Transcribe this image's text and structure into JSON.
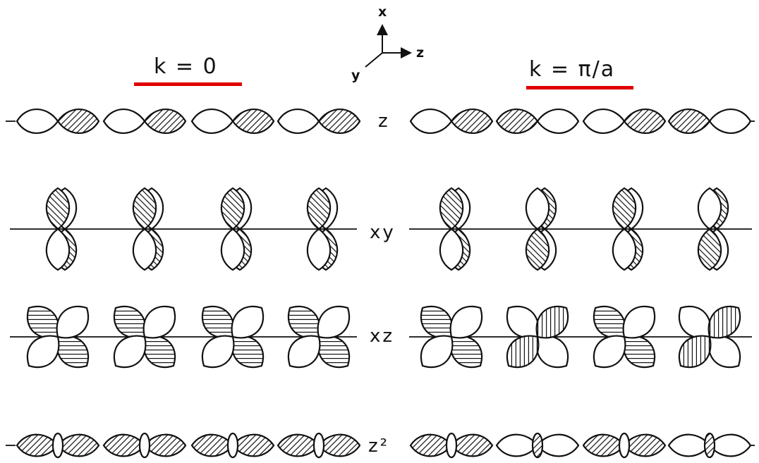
{
  "headers": {
    "left": "k = 0",
    "right": "k = π/a"
  },
  "axes": {
    "x": "x",
    "y": "y",
    "z": "z"
  },
  "rows": [
    {
      "label": "z",
      "orbital": "pz",
      "left_phases": [
        0,
        0,
        0,
        0
      ],
      "right_phases": [
        0,
        1,
        0,
        1
      ]
    },
    {
      "label": "xy",
      "orbital": "dxy",
      "left_phases": [
        0,
        0,
        0,
        0
      ],
      "right_phases": [
        0,
        1,
        0,
        1
      ]
    },
    {
      "label": "xz",
      "orbital": "dxz",
      "left_phases": [
        0,
        0,
        0,
        0
      ],
      "right_phases": [
        0,
        1,
        0,
        1
      ]
    },
    {
      "label": "z²",
      "orbital": "dz2",
      "left_phases": [
        0,
        0,
        0,
        0
      ],
      "right_phases": [
        0,
        1,
        0,
        1
      ]
    }
  ],
  "colors": {
    "underline": "#e00000",
    "ink": "#111111",
    "hatch": "#111111"
  }
}
